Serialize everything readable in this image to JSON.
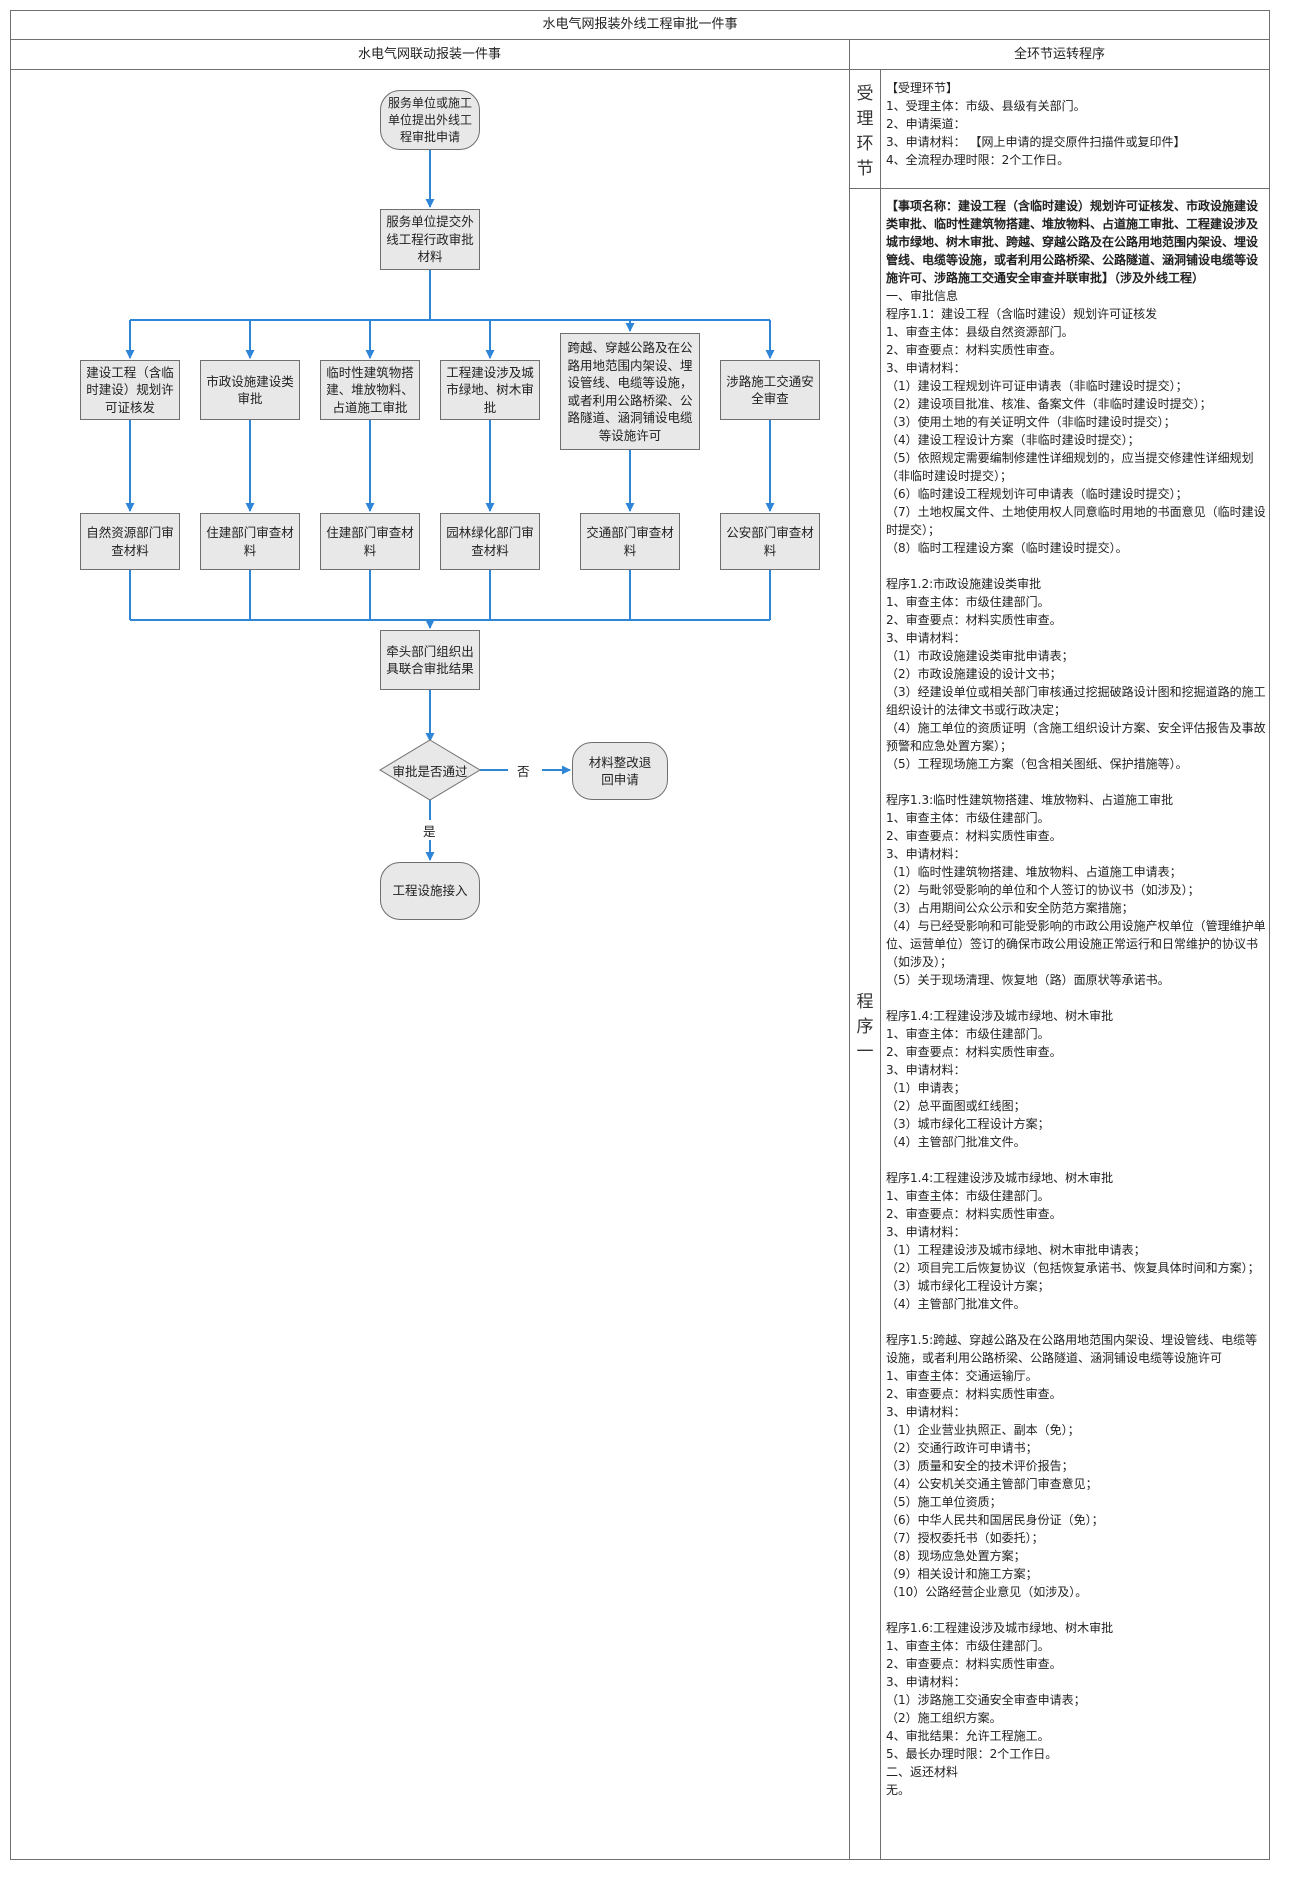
{
  "header": {
    "title": "水电气网报装外线工程审批一件事",
    "left_column": "水电气网联动报装一件事",
    "right_column": "全环节运转程序"
  },
  "stages": {
    "accept": "受理环节",
    "procedure_one": "程序一"
  },
  "accept_panel": [
    "【受理环节】",
    "1、受理主体：市级、县级有关部门。",
    "2、申请渠道：",
    "3、申请材料：  【网上申请的提交原件扫描件或复印件】",
    "4、全流程办理时限：2个工作日。"
  ],
  "procedure_panel": [
    {
      "t": "【事项名称：建设工程（含临时建设）规划许可证核发、市政设施建设类审批、临时性建筑物搭建、堆放物料、占道施工审批、工程建设涉及城市绿地、树木审批、跨越、穿越公路及在公路用地范围内架设、埋设管线、电缆等设施，或者利用公路桥梁、公路隧道、涵洞铺设电缆等设施许可、涉路施工交通安全审查并联审批】（涉及外线工程）",
      "bold": true
    },
    {
      "t": "一、审批信息"
    },
    {
      "t": "程序1.1：建设工程（含临时建设）规划许可证核发"
    },
    {
      "t": "1、审查主体：县级自然资源部门。"
    },
    {
      "t": "2、审查要点：材料实质性审查。"
    },
    {
      "t": "3、申请材料："
    },
    {
      "t": "（1）建设工程规划许可证申请表（非临时建设时提交）；"
    },
    {
      "t": "（2）建设项目批准、核准、备案文件（非临时建设时提交）；"
    },
    {
      "t": "（3）使用土地的有关证明文件（非临时建设时提交）；"
    },
    {
      "t": "（4）建设工程设计方案（非临时建设时提交）；"
    },
    {
      "t": "（5）依照规定需要编制修建性详细规划的，应当提交修建性详细规划（非临时建设时提交）；"
    },
    {
      "t": "（6）临时建设工程规划许可申请表（临时建设时提交）；"
    },
    {
      "t": "（7）土地权属文件、土地使用权人同意临时用地的书面意见（临时建设时提交）；"
    },
    {
      "t": "（8）临时工程建设方案（临时建设时提交）。"
    },
    {
      "t": ""
    },
    {
      "t": "程序1.2:市政设施建设类审批"
    },
    {
      "t": "1、审查主体：市级住建部门。"
    },
    {
      "t": "2、审查要点：材料实质性审查。"
    },
    {
      "t": "3、申请材料："
    },
    {
      "t": "（1）市政设施建设类审批申请表；"
    },
    {
      "t": "（2）市政设施建设的设计文书；"
    },
    {
      "t": "（3）经建设单位或相关部门审核通过挖掘破路设计图和挖掘道路的施工组织设计的法律文书或行政决定；"
    },
    {
      "t": "（4）施工单位的资质证明（含施工组织设计方案、安全评估报告及事故预警和应急处置方案）；"
    },
    {
      "t": "（5）工程现场施工方案（包含相关图纸、保护措施等）。"
    },
    {
      "t": ""
    },
    {
      "t": "程序1.3:临时性建筑物搭建、堆放物料、占道施工审批"
    },
    {
      "t": "1、审查主体：市级住建部门。"
    },
    {
      "t": "2、审查要点：材料实质性审查。"
    },
    {
      "t": "3、申请材料："
    },
    {
      "t": "（1）临时性建筑物搭建、堆放物料、占道施工申请表；"
    },
    {
      "t": "（2）与毗邻受影响的单位和个人签订的协议书（如涉及）；"
    },
    {
      "t": "（3）占用期间公众公示和安全防范方案措施；"
    },
    {
      "t": "（4）与已经受影响和可能受影响的市政公用设施产权单位（管理维护单位、运营单位）签订的确保市政公用设施正常运行和日常维护的协议书（如涉及）；"
    },
    {
      "t": "（5）关于现场清理、恢复地（路）面原状等承诺书。"
    },
    {
      "t": ""
    },
    {
      "t": "程序1.4:工程建设涉及城市绿地、树木审批"
    },
    {
      "t": "1、审查主体：市级住建部门。"
    },
    {
      "t": "2、审查要点：材料实质性审查。"
    },
    {
      "t": "3、申请材料："
    },
    {
      "t": "（1）申请表；"
    },
    {
      "t": "（2）总平面图或红线图；"
    },
    {
      "t": "（3）城市绿化工程设计方案；"
    },
    {
      "t": "（4）主管部门批准文件。"
    },
    {
      "t": ""
    },
    {
      "t": "程序1.4:工程建设涉及城市绿地、树木审批"
    },
    {
      "t": "1、审查主体：市级住建部门。"
    },
    {
      "t": "2、审查要点：材料实质性审查。"
    },
    {
      "t": "3、申请材料："
    },
    {
      "t": "（1）工程建设涉及城市绿地、树木审批申请表；"
    },
    {
      "t": "（2）项目完工后恢复协议（包括恢复承诺书、恢复具体时间和方案）；"
    },
    {
      "t": "（3）城市绿化工程设计方案；"
    },
    {
      "t": "（4）主管部门批准文件。"
    },
    {
      "t": ""
    },
    {
      "t": "程序1.5:跨越、穿越公路及在公路用地范围内架设、埋设管线、电缆等设施，或者利用公路桥梁、公路隧道、涵洞铺设电缆等设施许可"
    },
    {
      "t": "1、审查主体：交通运输厅。"
    },
    {
      "t": "2、审查要点：材料实质性审查。"
    },
    {
      "t": "3、申请材料："
    },
    {
      "t": "（1）企业营业执照正、副本（免）；"
    },
    {
      "t": "（2）交通行政许可申请书；"
    },
    {
      "t": "（3）质量和安全的技术评价报告；"
    },
    {
      "t": "（4）公安机关交通主管部门审查意见；"
    },
    {
      "t": "（5）施工单位资质；"
    },
    {
      "t": "（6）中华人民共和国居民身份证（免）；"
    },
    {
      "t": "（7）授权委托书（如委托）；"
    },
    {
      "t": "（8）现场应急处置方案；"
    },
    {
      "t": "（9）相关设计和施工方案；"
    },
    {
      "t": "（10）公路经营企业意见（如涉及）。"
    },
    {
      "t": ""
    },
    {
      "t": "程序1.6:工程建设涉及城市绿地、树木审批"
    },
    {
      "t": "1、审查主体：市级住建部门。"
    },
    {
      "t": "2、审查要点：材料实质性审查。"
    },
    {
      "t": "3、申请材料："
    },
    {
      "t": "（1）涉路施工交通安全审查申请表；"
    },
    {
      "t": "（2）施工组织方案。"
    },
    {
      "t": "4、审批结果：允许工程施工。"
    },
    {
      "t": "5、最长办理时限：2个工作日。"
    },
    {
      "t": "二、返还材料"
    },
    {
      "t": "无。"
    }
  ],
  "flow": {
    "start": "服务单位或施工单位提出外线工程审批申请",
    "submit": "服务单位提交外线工程行政审批材料",
    "branches": [
      "建设工程（含临时建设）规划许可证核发",
      "市政设施建设类审批",
      "临时性建筑物搭建、堆放物料、占道施工审批",
      "工程建设涉及城市绿地、树木审批",
      "跨越、穿越公路及在公路用地范围内架设、埋设管线、电缆等设施，或者利用公路桥梁、公路隧道、涵洞铺设电缆等设施许可",
      "涉路施工交通安全审查"
    ],
    "reviews": [
      "自然资源部门审查材料",
      "住建部门审查材料",
      "住建部门审查材料",
      "园林绿化部门审查材料",
      "交通部门审查材料",
      "公安部门审查材料"
    ],
    "joint": "牵头部门组织出具联合审批结果",
    "decision": "审批是否通过",
    "no_label": "否",
    "yes_label": "是",
    "reject": "材料整改退回申请",
    "end": "工程设施接入",
    "colors": {
      "arrow": "#2f86d6",
      "node_fill": "#e8e8e8",
      "node_border": "#6f6f6f"
    }
  }
}
